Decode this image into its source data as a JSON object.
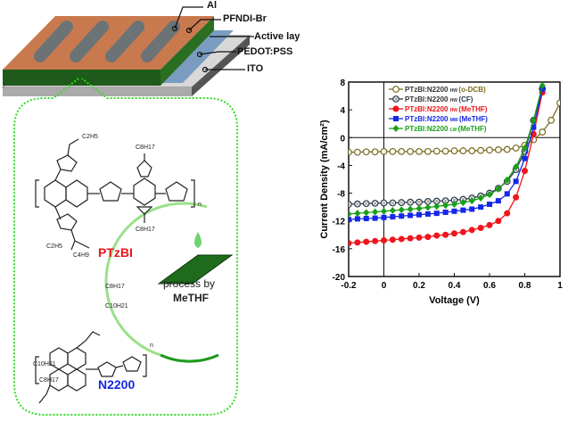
{
  "device": {
    "layers": [
      "Al",
      "PFNDI-Br",
      "Active lay",
      "PEDOT:PSS",
      "ITO"
    ],
    "colors": {
      "al": "#c87a4e",
      "active": "#1d5a1a",
      "pedot": "#6d8fb3",
      "ito": "#c8c8c8",
      "dotted": "#33dd22"
    }
  },
  "molecules": {
    "donor": {
      "name": "PTzBI",
      "color": "#e8141b",
      "substituents": [
        "C2H5",
        "C4H9",
        "C8H17",
        "C8H17",
        "n"
      ]
    },
    "acceptor": {
      "name": "N2200",
      "color": "#1428e0",
      "substituents": [
        "C8H17",
        "C10H21",
        "C10H21",
        "C8H17",
        "n"
      ]
    }
  },
  "process": {
    "line1": "process by",
    "line2": "MeTHF"
  },
  "chart_data": {
    "type": "line",
    "xlabel": "Voltage (V)",
    "ylabel": "Current Density (mA/cm²)",
    "xlim": [
      -0.2,
      1.0
    ],
    "ylim": [
      -20,
      8
    ],
    "xticks": [
      "-0.2",
      "0",
      "0.2",
      "0.4",
      "0.6",
      "0.8",
      "1"
    ],
    "yticks": [
      "8",
      "4",
      "0",
      "-4",
      "-8",
      "-12",
      "-16",
      "-20"
    ],
    "legend_position": "top-left",
    "x": [
      -0.2,
      -0.15,
      -0.1,
      -0.05,
      0,
      0.05,
      0.1,
      0.15,
      0.2,
      0.25,
      0.3,
      0.35,
      0.4,
      0.45,
      0.5,
      0.55,
      0.6,
      0.65,
      0.7,
      0.75,
      0.8,
      0.85,
      0.9,
      0.95,
      1.0
    ],
    "series": [
      {
        "name": "PTzBI:N2200 HW (o-DCB)",
        "base": "PTzBI:N2200",
        "sub": "HW",
        "solvent": "(o-DCB)",
        "color": "#7a6a1e",
        "marker": "open-circle",
        "values": [
          -2.1,
          -2.1,
          -2.05,
          -2.05,
          -2.0,
          -2.0,
          -2.0,
          -2.0,
          -2.0,
          -2.0,
          -1.95,
          -1.95,
          -1.9,
          -1.9,
          -1.9,
          -1.85,
          -1.8,
          -1.75,
          -1.7,
          -1.5,
          -1.1,
          -0.3,
          0.8,
          2.5,
          5.0
        ]
      },
      {
        "name": "PTzBI:N2200 HW (CF)",
        "base": "PTzBI:N2200",
        "sub": "HW",
        "solvent": "(CF)",
        "color": "#2a3a4a",
        "marker": "crossed-circle",
        "values": [
          -9.6,
          -9.55,
          -9.5,
          -9.45,
          -9.4,
          -9.4,
          -9.35,
          -9.3,
          -9.3,
          -9.2,
          -9.15,
          -9.1,
          -9.0,
          -8.9,
          -8.7,
          -8.4,
          -8.0,
          -7.3,
          -6.3,
          -4.6,
          -2.0,
          2.5,
          7.0,
          null,
          null
        ]
      },
      {
        "name": "PTzBI:N2200 HW (MeTHF)",
        "base": "PTzBI:N2200",
        "sub": "HW",
        "solvent": "(MeTHF)",
        "color": "#f0141b",
        "marker": "circle",
        "values": [
          -15.2,
          -15.1,
          -15.0,
          -14.9,
          -14.8,
          -14.7,
          -14.6,
          -14.5,
          -14.4,
          -14.3,
          -14.1,
          -14.0,
          -13.8,
          -13.6,
          -13.3,
          -13.0,
          -12.6,
          -12.0,
          -10.9,
          -8.6,
          -4.8,
          0.5,
          6.5,
          null,
          null
        ]
      },
      {
        "name": "PTzBI:N2200 MW (MeTHF)",
        "base": "PTzBI:N2200",
        "sub": "MW",
        "solvent": "(MeTHF)",
        "color": "#1428e8",
        "marker": "square",
        "values": [
          -11.8,
          -11.7,
          -11.65,
          -11.6,
          -11.5,
          -11.4,
          -11.3,
          -11.2,
          -11.1,
          -11.0,
          -10.9,
          -10.75,
          -10.6,
          -10.45,
          -10.3,
          -10.0,
          -9.6,
          -9.1,
          -8.1,
          -6.3,
          -3.0,
          1.5,
          7.0,
          null,
          null
        ]
      },
      {
        "name": "PTzBI:N2200 LW (MeTHF)",
        "base": "PTzBI:N2200",
        "sub": "LW",
        "solvent": "(MeTHF)",
        "color": "#18a018",
        "marker": "diamond",
        "values": [
          -11.0,
          -10.9,
          -10.8,
          -10.7,
          -10.6,
          -10.5,
          -10.4,
          -10.3,
          -10.2,
          -10.05,
          -9.9,
          -9.75,
          -9.6,
          -9.35,
          -9.1,
          -8.7,
          -8.2,
          -7.4,
          -6.1,
          -4.2,
          -1.5,
          2.5,
          7.5,
          null,
          null
        ]
      }
    ]
  }
}
